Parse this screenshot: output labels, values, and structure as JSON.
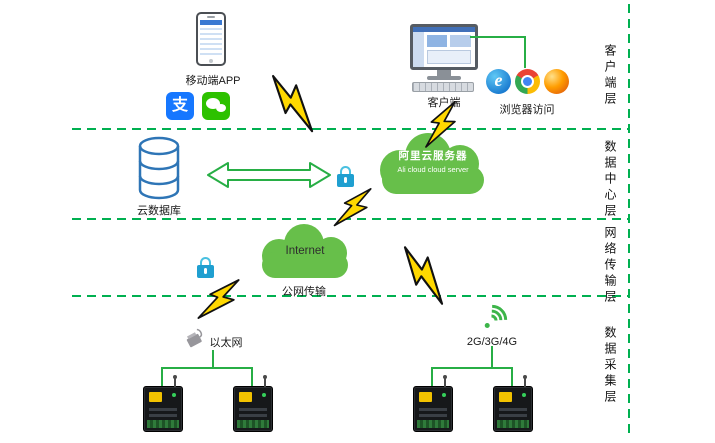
{
  "layers": [
    {
      "label": "客户端层"
    },
    {
      "label": "数据中心层"
    },
    {
      "label": "网络传输层"
    },
    {
      "label": "数据采集层"
    }
  ],
  "nodes": {
    "mobile_app": {
      "label": "移动端APP"
    },
    "alipay": {
      "glyph": "支"
    },
    "client_pc": {
      "label": "客户端"
    },
    "browsers": {
      "label": "浏览器访问",
      "ie_glyph": "e"
    },
    "cloud_db": {
      "label": "云数据库"
    },
    "ali_cloud": {
      "label_cn": "阿里云服务器",
      "label_en": "Ali cloud  cloud server"
    },
    "internet": {
      "label": "Internet"
    },
    "public_network": {
      "label": "公网传输"
    },
    "ethernet": {
      "label": "以太网"
    },
    "cellular": {
      "label": "2G/3G/4G"
    }
  },
  "colors": {
    "layer_line_green": "#00b050",
    "connector_green": "#27ae45",
    "cloud_green": "#67bf4a",
    "lightning_yellow": "#ffd800",
    "lock_teal": "#1f9fd0",
    "database_blue": "#2e75b6",
    "alipay_blue": "#1677ff",
    "wechat_green": "#2dc100"
  },
  "icons": {
    "smartphone": "smartphone-icon",
    "alipay": "alipay-icon",
    "wechat": "wechat-icon",
    "desktop_computer": "desktop-computer-icon",
    "keyboard": "keyboard-icon",
    "ie_browser": "ie-browser-icon",
    "chrome_browser": "chrome-browser-icon",
    "firefox_browser": "firefox-browser-icon",
    "database": "database-cylinder-icon",
    "sync_arrows": "double-arrow-icon",
    "padlock": "lock-icon",
    "cloud": "cloud-icon",
    "lightning": "lightning-bolt-icon",
    "ethernet_plug": "ethernet-connector-icon",
    "wifi_signal": "wifi-signal-icon",
    "data_device": "data-logger-device-icon"
  }
}
